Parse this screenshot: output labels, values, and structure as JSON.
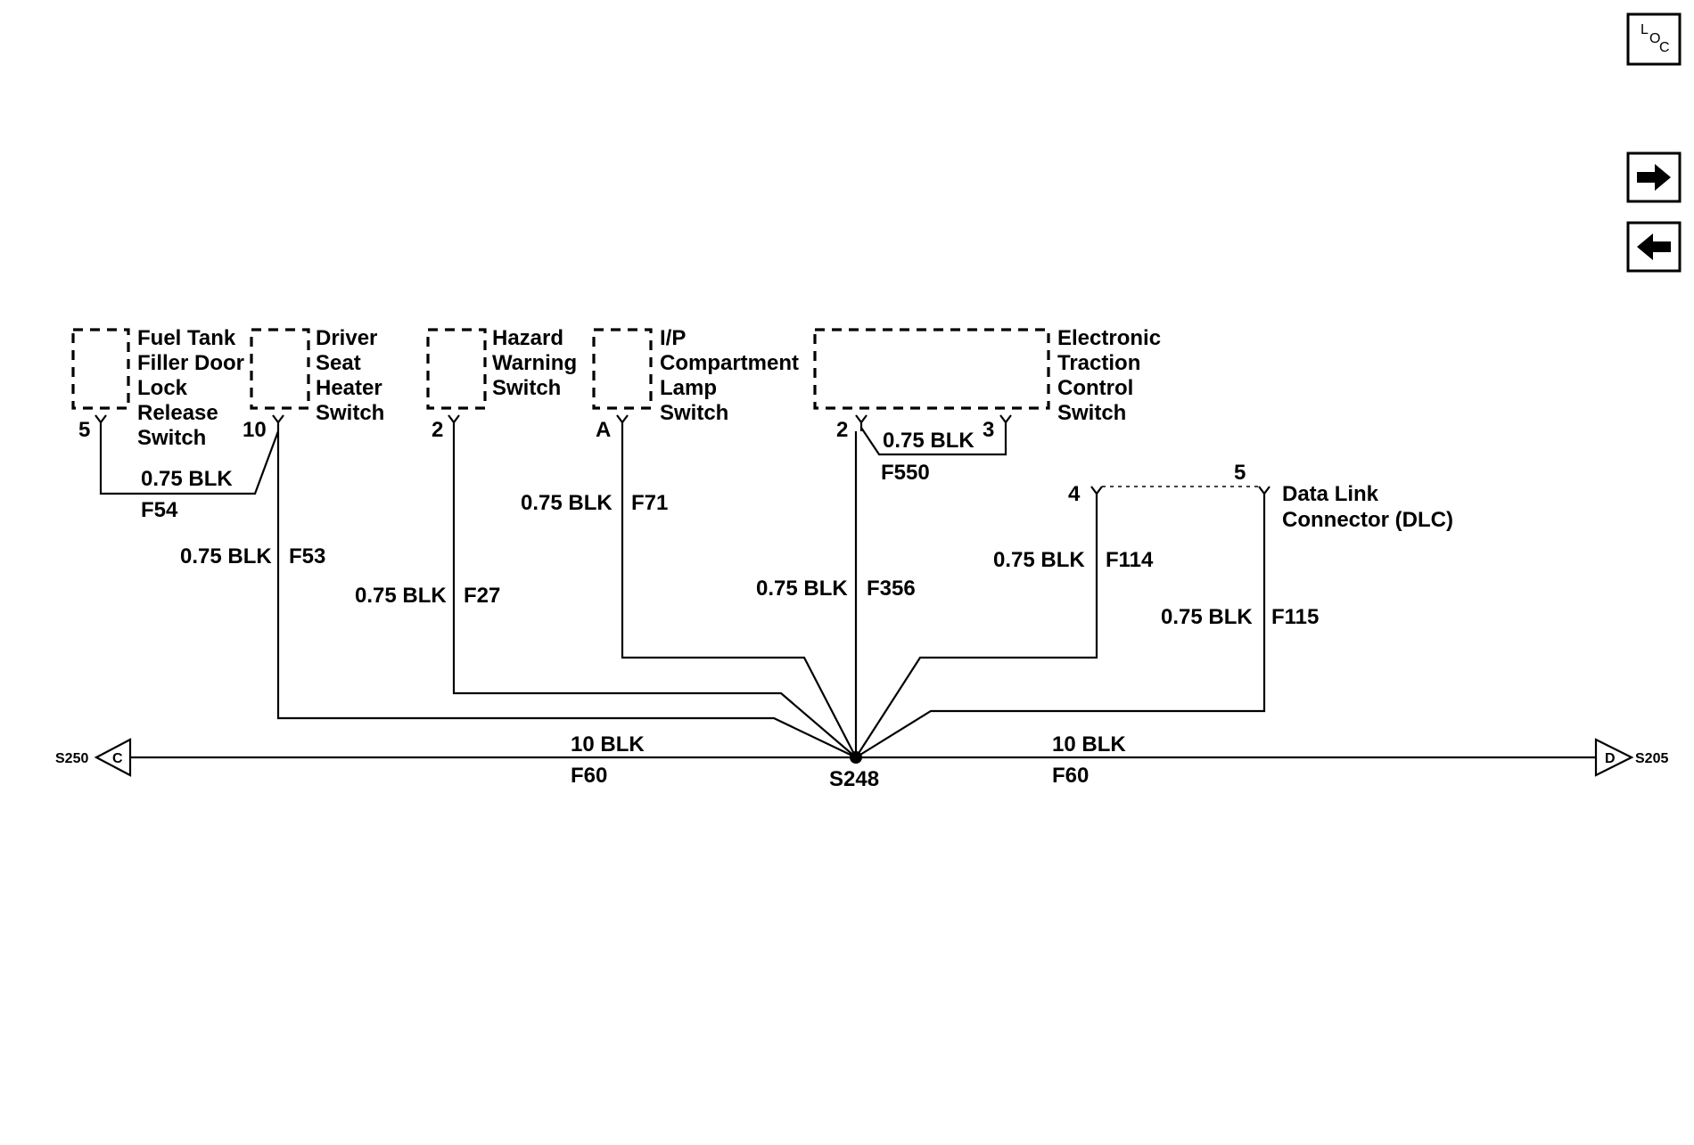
{
  "nav": {
    "loc_button": {
      "l": "L",
      "o": "O",
      "c": "C"
    },
    "forward_icon": "arrow-right-icon",
    "back_icon": "arrow-left-icon"
  },
  "components": {
    "fuel_tank": [
      "Fuel Tank",
      "Filler Door",
      "Lock",
      "Release",
      "Switch"
    ],
    "seat_heater": [
      "Driver",
      "Seat",
      "Heater",
      "Switch"
    ],
    "hazard": [
      "Hazard",
      "Warning",
      "Switch"
    ],
    "ip_lamp": [
      "I/P",
      "Compartment",
      "Lamp",
      "Switch"
    ],
    "traction": [
      "Electronic",
      "Traction",
      "Control",
      "Switch"
    ],
    "dlc": [
      "Data Link",
      "Connector (DLC)"
    ]
  },
  "pins": {
    "fuel_tank": "5",
    "seat_heater": "10",
    "hazard": "2",
    "ip_lamp": "A",
    "traction_a": "2",
    "traction_b": "3",
    "dlc_a": "4",
    "dlc_b": "5"
  },
  "wires": {
    "f54": {
      "size": "0.75 BLK",
      "circuit": "F54"
    },
    "f53": {
      "size": "0.75 BLK",
      "circuit": "F53"
    },
    "f27": {
      "size": "0.75 BLK",
      "circuit": "F27"
    },
    "f71": {
      "size": "0.75 BLK",
      "circuit": "F71"
    },
    "f550": {
      "size": "0.75 BLK",
      "circuit": "F550"
    },
    "f356": {
      "size": "0.75 BLK",
      "circuit": "F356"
    },
    "f114": {
      "size": "0.75 BLK",
      "circuit": "F114"
    },
    "f115": {
      "size": "0.75 BLK",
      "circuit": "F115"
    },
    "f60_left": {
      "size": "10 BLK",
      "circuit": "F60"
    },
    "f60_right": {
      "size": "10 BLK",
      "circuit": "F60"
    }
  },
  "splices": {
    "center": "S248",
    "left": "S250",
    "left_connector": "C",
    "right": "S205",
    "right_connector": "D"
  }
}
